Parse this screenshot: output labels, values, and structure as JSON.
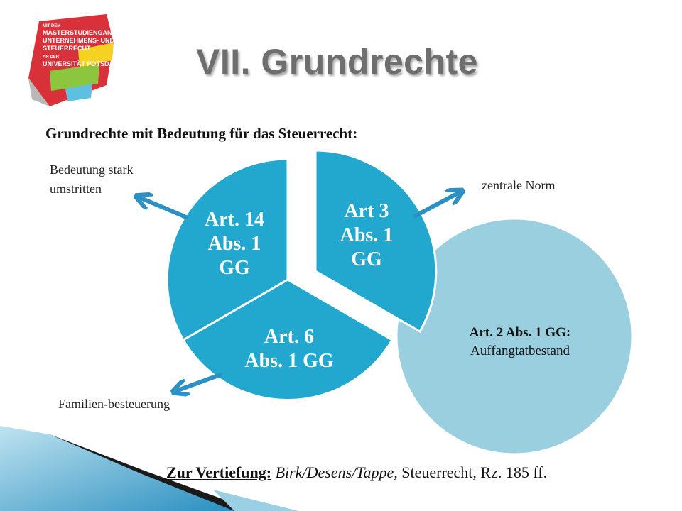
{
  "logo": {
    "lines": [
      "MIT DEM",
      "MASTERSTUDIENGANG",
      "UNTERNEHMENS- UND",
      "STEUERRECHT",
      "AN DER",
      "UNIVERSITÄT POTSDAM"
    ],
    "colors": [
      "#d7262e",
      "#f4d21f",
      "#8cc63f",
      "#5fbfe0",
      "#b8b8b8"
    ]
  },
  "title": "VII. Grundrechte",
  "subtitle": "Grundrechte mit Bedeutung für das Steuerrecht:",
  "colors": {
    "segment": "#22a8ce",
    "segment_border": "#ffffff",
    "outer_circle": "#9acfdf",
    "arrow": "#2b91c4",
    "title": "#6e6e6e"
  },
  "segments": {
    "art3": [
      "Art 3",
      "Abs. 1",
      "GG"
    ],
    "art14": [
      "Art. 14",
      "Abs. 1",
      "GG"
    ],
    "art6": [
      "Art. 6",
      "Abs. 1 GG"
    ]
  },
  "outer_circle": {
    "bold": "Art. 2 Abs. 1 GG:",
    "normal": "Auffangtatbestand"
  },
  "notes": {
    "left": "Bedeutung stark umstritten",
    "right": "zentrale Norm",
    "bottom": "Familien-besteuerung"
  },
  "footer": {
    "lead": "Zur Vertiefung:",
    "authors": "Birk/Desens/Tappe,",
    "rest": " Steuerrecht, Rz. 185 ff."
  }
}
